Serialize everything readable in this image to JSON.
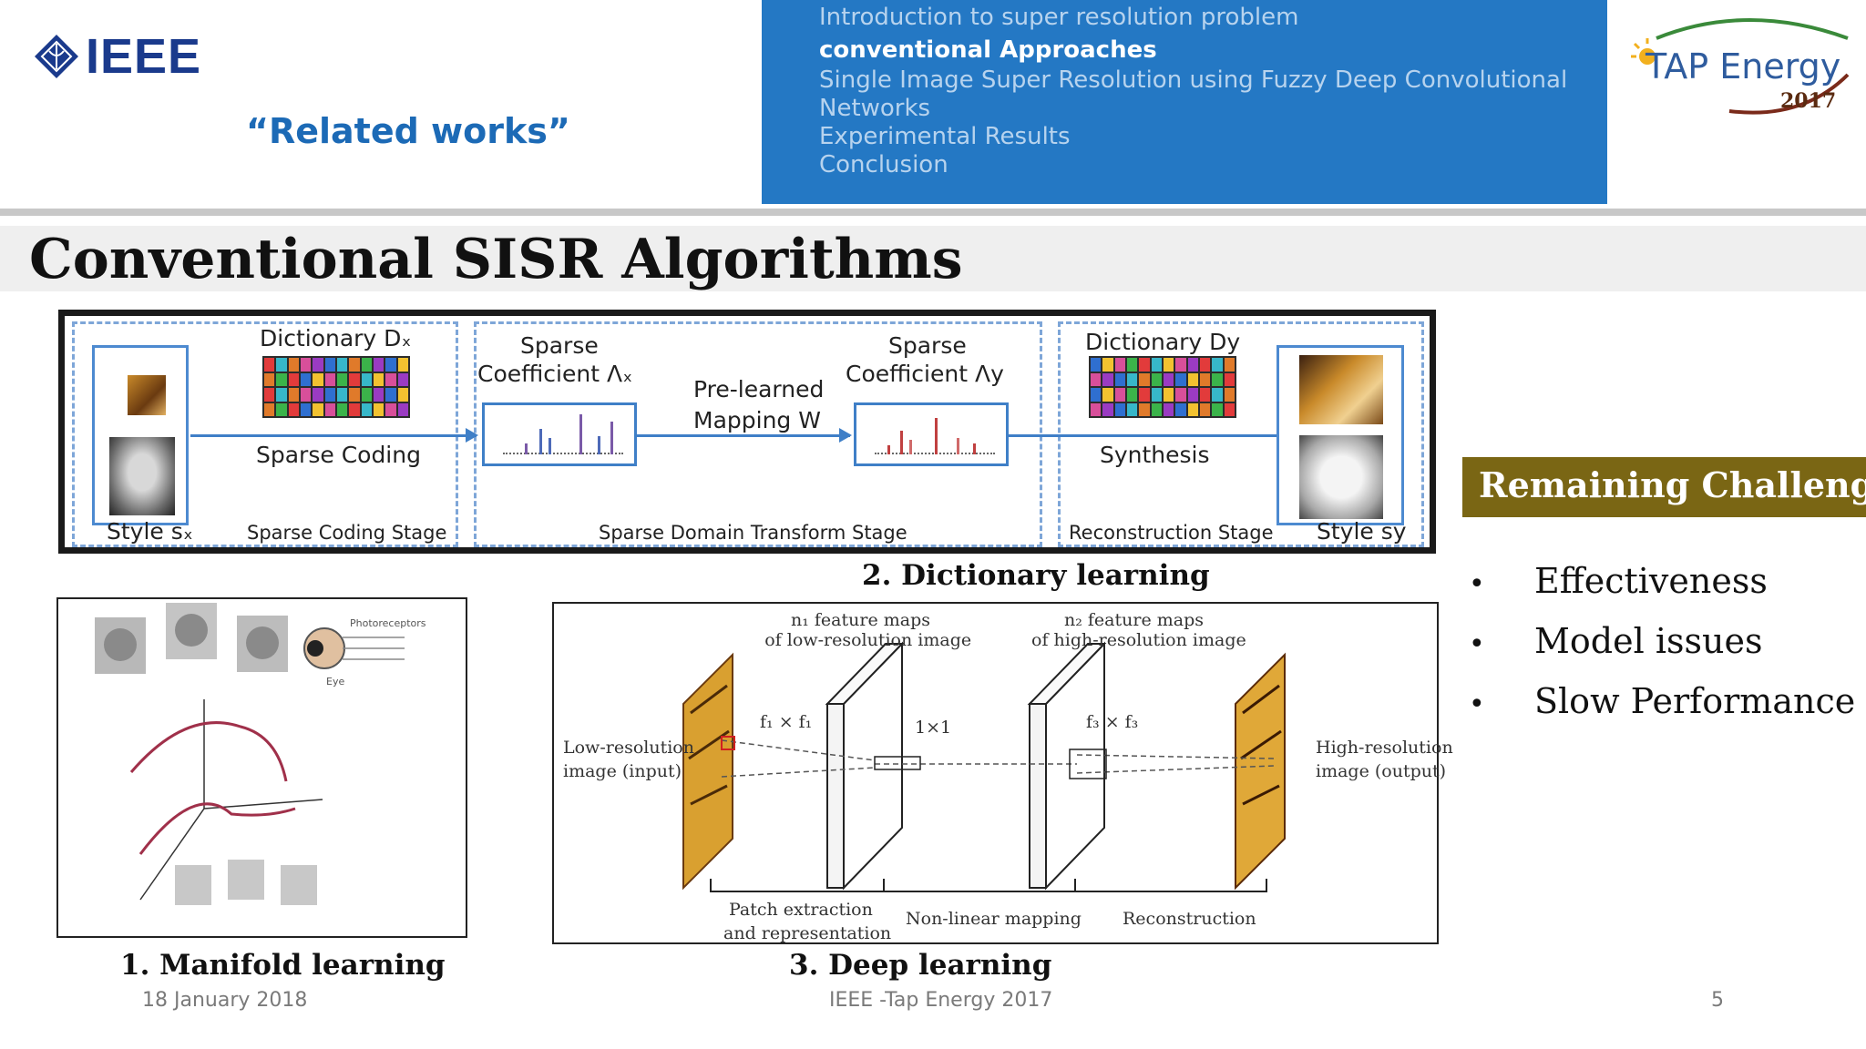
{
  "header": {
    "logo_text": "IEEE",
    "subtitle": "“Related works”",
    "agenda": [
      {
        "label": "Introduction to super resolution problem",
        "active": false
      },
      {
        "label": "conventional  Approaches",
        "active": true
      },
      {
        "label": "Single Image Super Resolution using Fuzzy Deep Convolutional",
        "active": false
      },
      {
        "label": "Networks",
        "active": false
      },
      {
        "label": "Experimental Results",
        "active": false
      },
      {
        "label": "Conclusion",
        "active": false
      }
    ],
    "tap_logo": {
      "text": "TAP Energy",
      "year": "2017"
    }
  },
  "slide": {
    "title": "Conventional SISR Algorithms"
  },
  "figures": {
    "dictionary": {
      "dict_x": "Dictionary Dₓ",
      "sparse_x_1": "Sparse",
      "sparse_x_2": "Coefficient Λₓ",
      "mapping_1": "Pre-learned",
      "mapping_2": "Mapping W",
      "sparse_y_1": "Sparse",
      "sparse_y_2": "Coefficient Λy",
      "dict_y": "Dictionary Dy",
      "sparse_coding": "Sparse Coding",
      "synthesis": "Synthesis",
      "style_x": "Style sₓ",
      "style_y": "Style sy",
      "stage_1": "Sparse Coding Stage",
      "stage_2": "Sparse Domain Transform Stage",
      "stage_3": "Reconstruction Stage",
      "caption": "2. Dictionary learning"
    },
    "manifold": {
      "caption": "1.  Manifold learning",
      "photoreceptors": "Photoreceptors",
      "eye": "Eye"
    },
    "deep": {
      "n1_line1": "n₁ feature maps",
      "n1_line2": "of low-resolution image",
      "n2_line1": "n₂ feature maps",
      "n2_line2": "of high-resolution image",
      "f1": "f₁ × f₁",
      "one_by_one": "1×1",
      "f3": "f₃ × f₃",
      "low_res_1": "Low-resolution",
      "low_res_2": "image (input)",
      "high_res_1": "High-resolution",
      "high_res_2": "image (output)",
      "patch_1": "Patch extraction",
      "patch_2": "and representation",
      "nonlinear": "Non-linear mapping",
      "reconstruction": "Reconstruction",
      "caption": "3. Deep learning"
    }
  },
  "challenges": {
    "heading": "Remaining Challenges",
    "items": [
      "Effectiveness",
      "Model issues",
      "Slow Performance"
    ]
  },
  "footer": {
    "date": "18 January 2018",
    "center": "IEEE -Tap Energy 2017",
    "page": "5"
  },
  "colors": {
    "agenda_bg": "#2478c4",
    "challenge_bg": "#7a6614",
    "subtitle": "#1c6ab6"
  }
}
